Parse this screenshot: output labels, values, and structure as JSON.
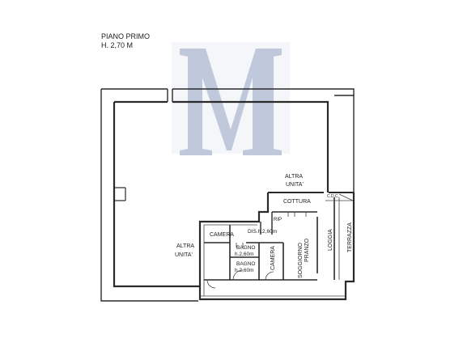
{
  "header": {
    "floor": "PIANO PRIMO",
    "height": "H. 2,70 M"
  },
  "watermark": {
    "letter": "M",
    "color": "#8d9dbf"
  },
  "rooms": {
    "altra_unita_top_1": "ALTRA",
    "altra_unita_top_2": "UNITA'",
    "altra_unita_left_1": "ALTRA",
    "altra_unita_left_2": "UNITA'",
    "cottura": "COTTURA",
    "rip": "RIP",
    "camera_1": "CAMERA",
    "dis": "DIS.h.2,60m",
    "bagno_1": "BAGNO",
    "bagno_1_h": "h.2,60m",
    "bagno_2": "BAGNO",
    "bagno_2_h": "h.2,60m",
    "camera_2": "CAMERA",
    "soggiorno": "SOGGIORNO",
    "pranzo": "PRANZO",
    "loggia": "LOGGIA",
    "terrazza": "TERRAZZA",
    "cdc": "C.D.C."
  }
}
